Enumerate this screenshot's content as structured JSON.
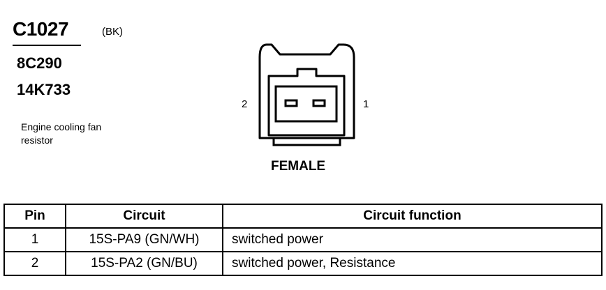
{
  "connector": {
    "id": "C1027",
    "color_code": "(BK)",
    "part_numbers": [
      "8C290",
      "14K733"
    ],
    "description": "Engine cooling fan resistor"
  },
  "diagram": {
    "pin_left_label": "2",
    "pin_right_label": "1",
    "gender": "FEMALE"
  },
  "table": {
    "headers": [
      "Pin",
      "Circuit",
      "Circuit function"
    ],
    "rows": [
      {
        "pin": "1",
        "circuit": "15S-PA9 (GN/WH)",
        "function": "switched power"
      },
      {
        "pin": "2",
        "circuit": "15S-PA2 (GN/BU)",
        "function": "switched power, Resistance"
      }
    ]
  }
}
